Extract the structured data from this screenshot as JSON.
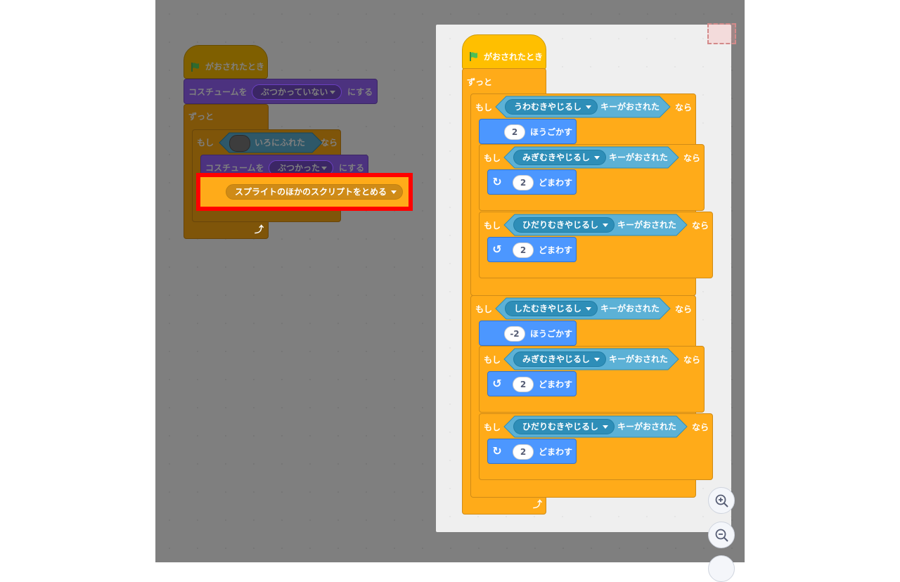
{
  "left_script": {
    "hat_label": "がおされたとき",
    "set_costume_1": {
      "prefix": "コスチュームを",
      "value": "ぶつかっていない",
      "suffix": "にする"
    },
    "forever_label": "ずっと",
    "if_block": {
      "prefix": "もし",
      "sensor_label": "いろにふれた",
      "suffix": "なら"
    },
    "set_costume_2": {
      "prefix": "コスチュームを",
      "value": "ぶつかった",
      "suffix": "にする"
    },
    "stop_block": {
      "value": "スプライトのほかのスクリプトをとめる"
    }
  },
  "right_script": {
    "hat_label": "がおされたとき",
    "forever_label": "ずっと",
    "if_up": {
      "prefix": "もし",
      "key": "うわむきやじるし",
      "sensor_suffix": "キーがおされた",
      "suffix": "なら"
    },
    "move_up": {
      "steps": "2",
      "label": "ほうごかす"
    },
    "if_up_right": {
      "prefix": "もし",
      "key": "みぎむきやじるし",
      "sensor_suffix": "キーがおされた",
      "suffix": "なら"
    },
    "turn_up_right": {
      "degrees": "2",
      "label": "どまわす"
    },
    "if_up_left": {
      "prefix": "もし",
      "key": "ひだりむきやじるし",
      "sensor_suffix": "キーがおされた",
      "suffix": "なら"
    },
    "turn_up_left": {
      "degrees": "2",
      "label": "どまわす"
    },
    "if_down": {
      "prefix": "もし",
      "key": "したむきやじるし",
      "sensor_suffix": "キーがおされた",
      "suffix": "なら"
    },
    "move_down": {
      "steps": "-2",
      "label": "ほうごかす"
    },
    "if_down_right": {
      "prefix": "もし",
      "key": "みぎむきやじるし",
      "sensor_suffix": "キーがおされた",
      "suffix": "なら"
    },
    "turn_down_right": {
      "degrees": "2",
      "label": "どまわす"
    },
    "if_down_left": {
      "prefix": "もし",
      "key": "ひだりむきやじるし",
      "sensor_suffix": "キーがおされた",
      "suffix": "なら"
    },
    "turn_down_left": {
      "degrees": "2",
      "label": "どまわす"
    }
  },
  "icons": {
    "green_flag": "green-flag-icon",
    "turn_right": "rotate-clockwise-icon",
    "turn_left": "rotate-counterclockwise-icon",
    "loop_arrow": "loop-arrow-icon",
    "zoom_in": "zoom-in-icon",
    "zoom_out": "zoom-out-icon"
  },
  "colors": {
    "events": "#ffbf00",
    "control": "#ffab19",
    "looks": "#9966ff",
    "motion": "#4c97ff",
    "sensing": "#5cb1d6",
    "highlight": "#ff0000"
  }
}
